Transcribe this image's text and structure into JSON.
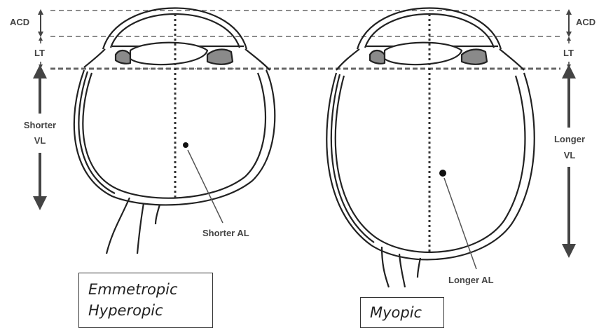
{
  "labels": {
    "acd_left": "ACD",
    "lt_left": "LT",
    "shorter_vl_line1": "Shorter",
    "shorter_vl_line2": "VL",
    "acd_right": "ACD",
    "lt_right": "LT",
    "longer_vl_line1": "Longer",
    "longer_vl_line2": "VL",
    "shorter_al": "Shorter AL",
    "longer_al": "Longer AL"
  },
  "captions": {
    "left_line1": "Emmetropic",
    "left_line2": "Hyperopic",
    "right": "Myopic"
  },
  "colors": {
    "stroke": "#222222",
    "lens_fill": "#8a8a8a",
    "arrow": "#555555",
    "dashed": "#666666"
  },
  "icons": {
    "left_eye": "eye-cross-section-icon",
    "right_eye": "eye-cross-section-icon"
  }
}
